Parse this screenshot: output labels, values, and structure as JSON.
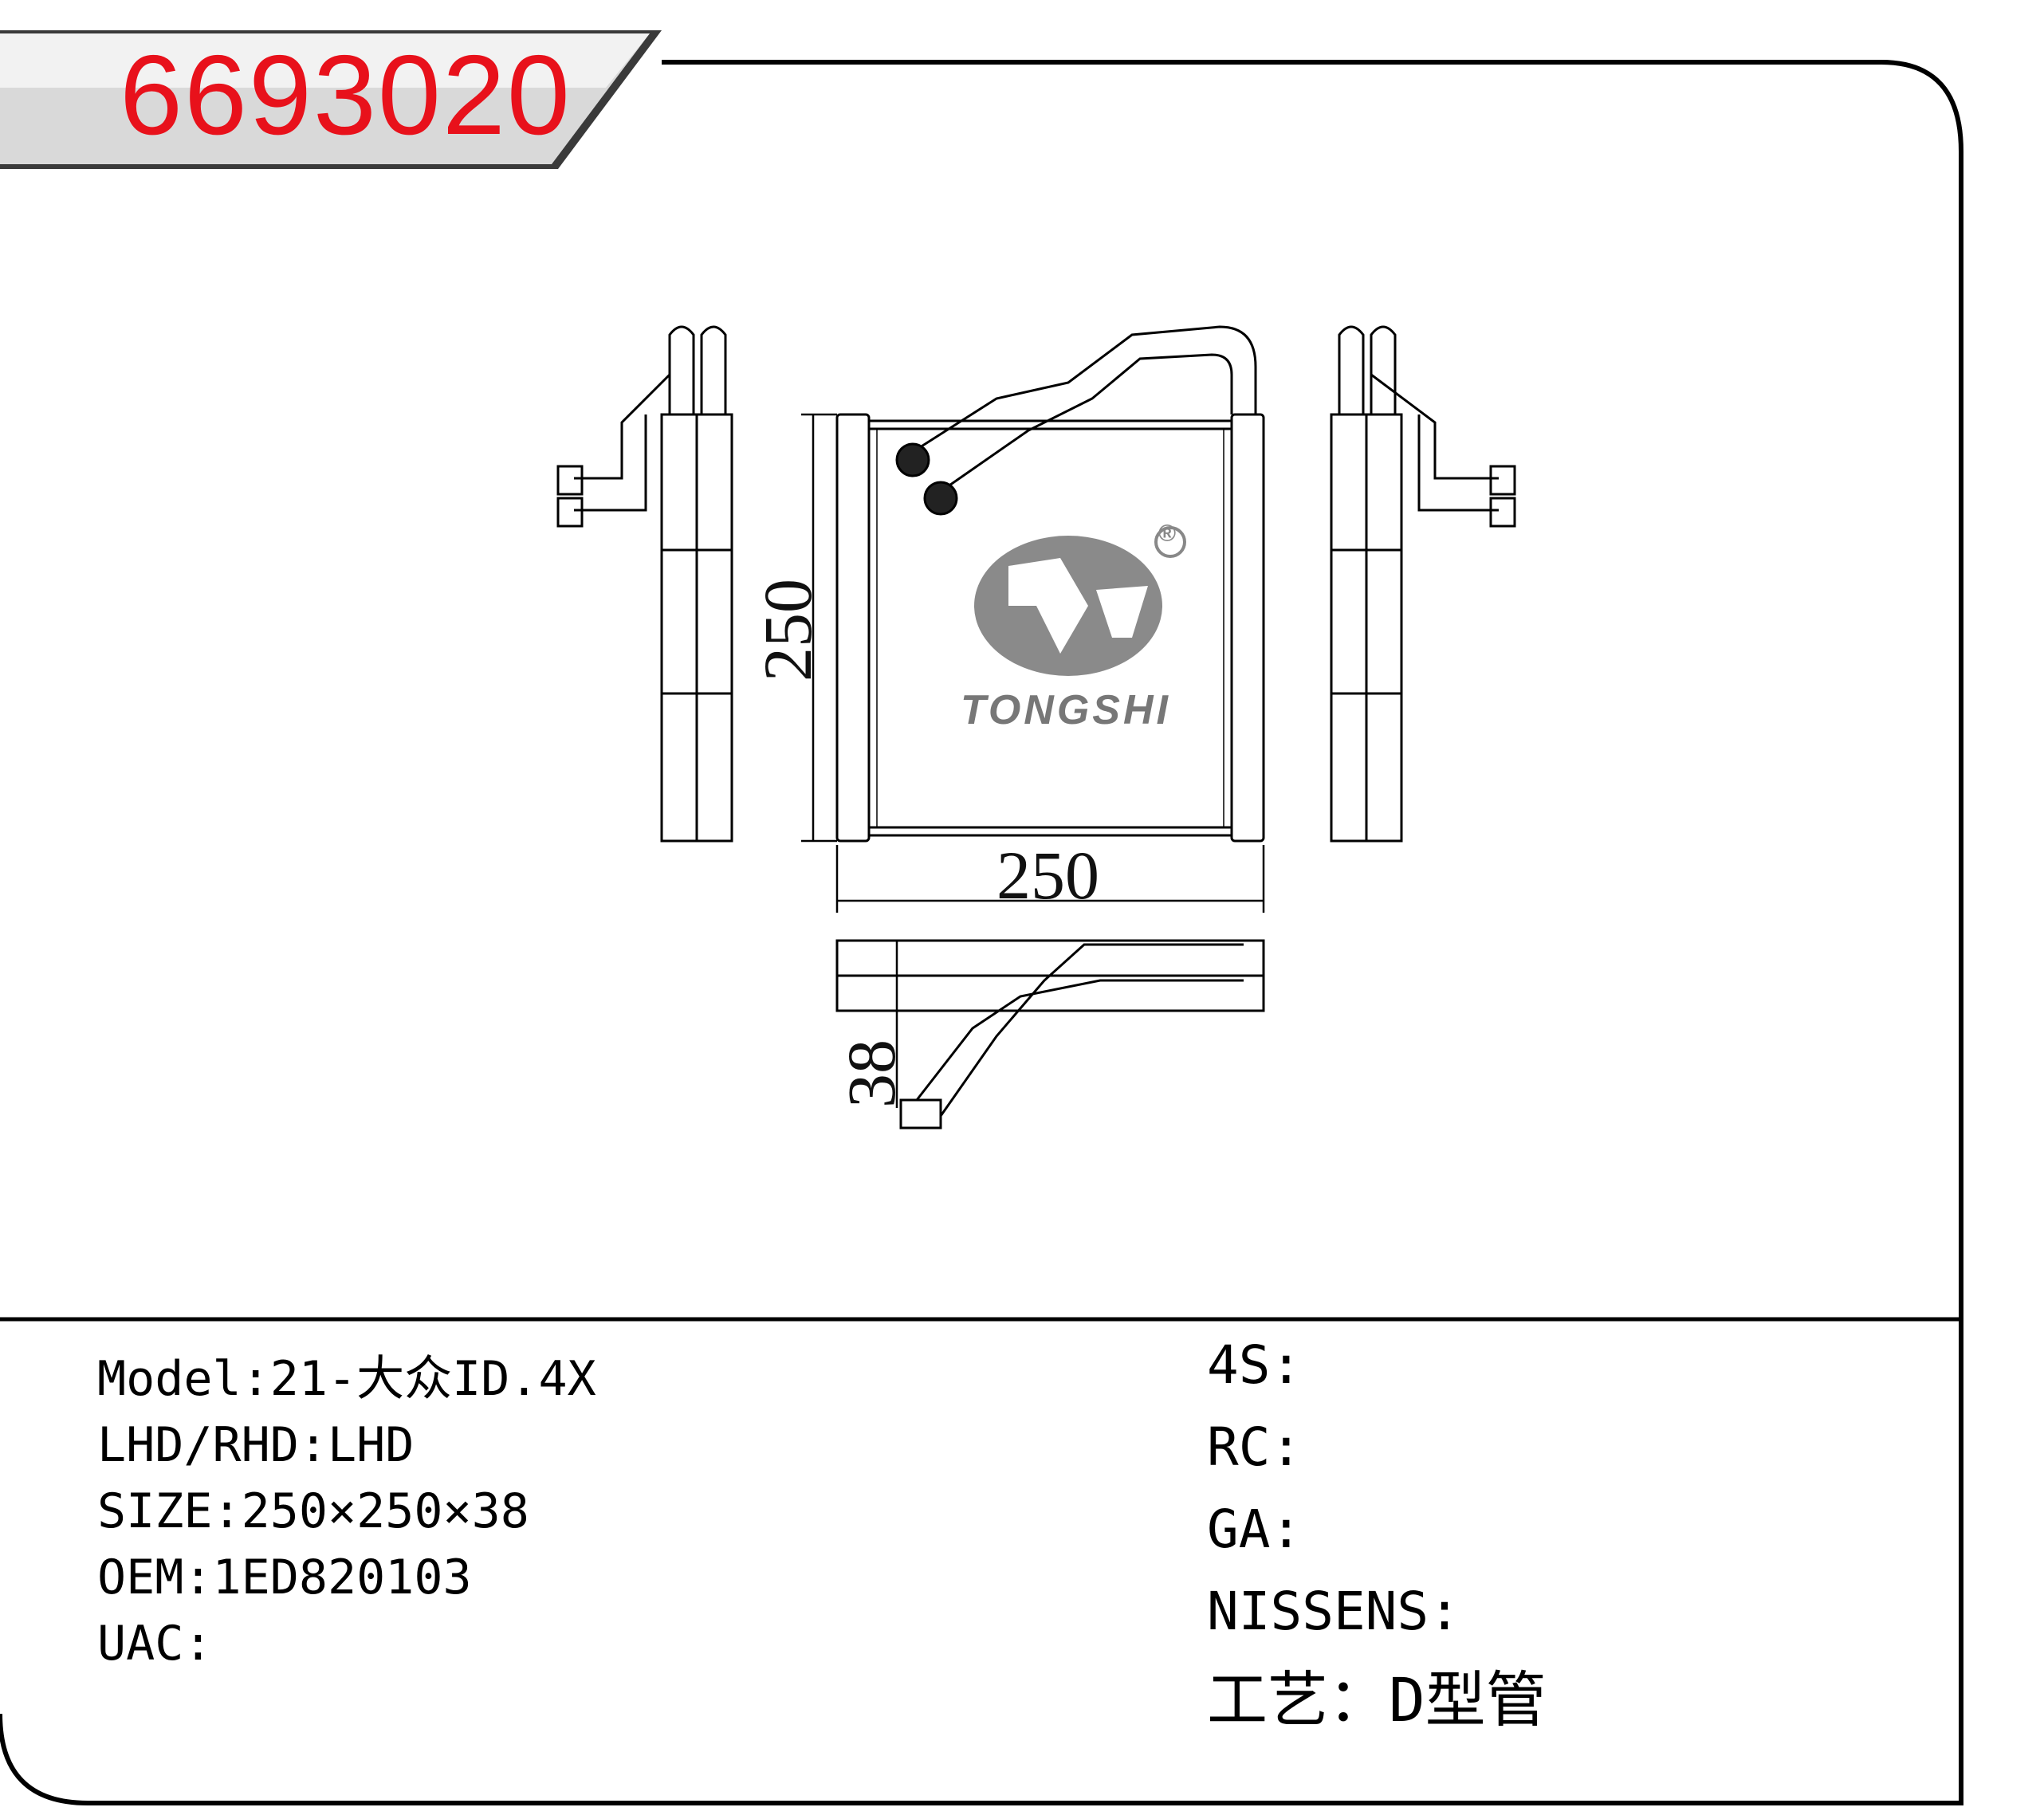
{
  "part_number": "6693020",
  "specs_left": [
    {
      "text": "Model:21-大众ID.4X"
    },
    {
      "text": "LHD/RHD:LHD"
    },
    {
      "text": "SIZE:250×250×38"
    },
    {
      "text": "OEM:1ED820103"
    },
    {
      "text": "UAC:"
    }
  ],
  "specs_right": [
    {
      "text": "4S:"
    },
    {
      "text": "RC:"
    },
    {
      "text": "GA:"
    },
    {
      "text": "NISSENS:"
    },
    {
      "text": "工艺：D型管"
    }
  ],
  "drawing": {
    "height_dim": "250",
    "width_dim": "250",
    "depth_dim": "38",
    "brand": "TONGSHI",
    "registered_mark": "®"
  }
}
